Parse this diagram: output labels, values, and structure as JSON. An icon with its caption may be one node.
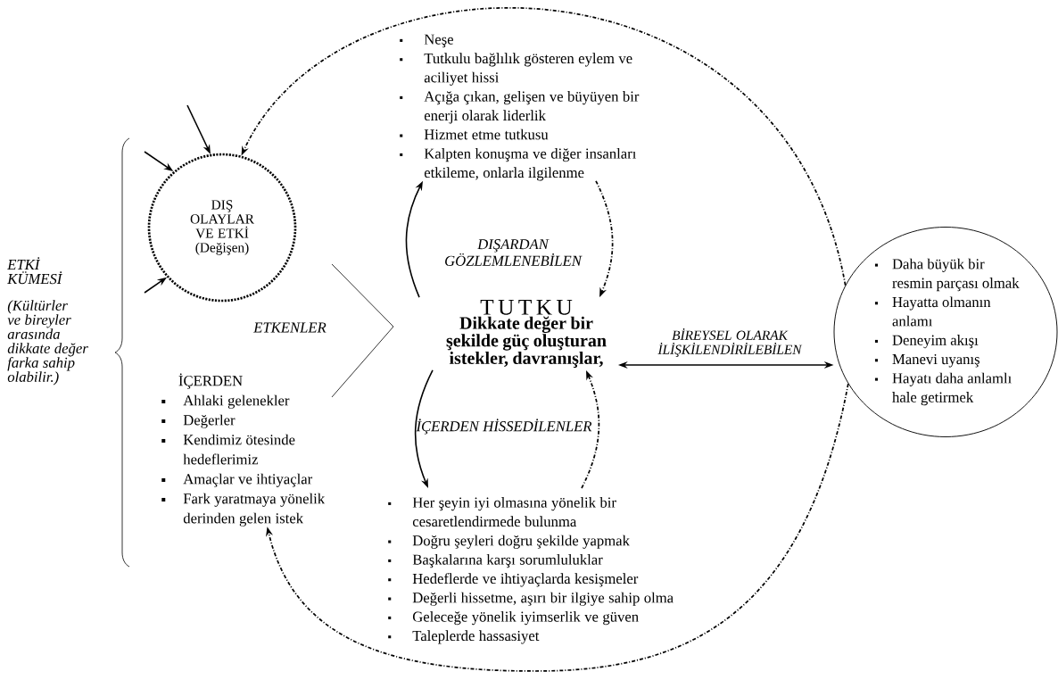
{
  "diagram": {
    "nodes": [
      {
        "text": [
          "DIŞ OLAYLAR VE ETKİ (Değişen)"
        ]
      },
      {
        "text": [
          "Neşe",
          "Tutkulu bağlılık gösteren eylem ve aciliyet hissi",
          "Açığa çıkan, gelişen ve büyüyen bir enerji olarak liderlik",
          "Hizmet etme tutkusu",
          "Kalpten konuşma ve diğer insanları etkileme, onlarla ilgilenme"
        ]
      },
      {
        "text": [
          "T U T K U",
          "Dikkate değer bir şekilde güç oluşturan istekler, davranışlar,"
        ]
      },
      {
        "text": [
          "Her şeyin iyi olmasına yönelik bir cesaretlendirmede bulunma",
          "Doğru şeyleri doğru şekilde yapmak",
          "Başkalarına karşı sorumluluklar",
          "Hedeflerde ve ihtiyaçlarda kesişmeler",
          "Değerli hissetme, aşırı bir ilgiye sahip olma",
          "Geleceğe yönelik iyimserlik ve güven",
          "Taleplerde hassasiyet"
        ]
      },
      {
        "text": [
          "İÇERDEN",
          "Ahlaki gelenekler",
          "Değerler",
          "Kendimiz ötesinde hedeflerimiz",
          "Amaçlar ve ihtiyaçlar",
          "Fark yaratmaya yönelik derinden gelen istek"
        ]
      },
      {
        "text": [
          "Daha büyük bir resmin parçası olmak",
          "Hayatta olmanın anlamı",
          "Deneyim akışı",
          "Manevi uyanış",
          "Hayatı daha anlamlı hale getirmek"
        ]
      }
    ],
    "edges": [
      {
        "from": null,
        "to": 0,
        "arrow": "to"
      },
      {
        "from": null,
        "to": 0,
        "arrow": "to"
      },
      {
        "from": null,
        "to": 0,
        "arrow": "to"
      },
      {
        "from": 5,
        "to": 0,
        "arrow": "to",
        "style": "dashed"
      },
      {
        "from": 2,
        "to": 1,
        "arrow": "to"
      },
      {
        "from": 1,
        "to": 2,
        "arrow": "to",
        "style": "dashed"
      },
      {
        "from": 2,
        "to": 3,
        "arrow": "to"
      },
      {
        "from": 3,
        "to": 2,
        "arrow": "to",
        "style": "dashed"
      },
      {
        "from": 2,
        "to": 5,
        "arrow": "both",
        "label": "BİREYSEL OLARAK İLİŞKİLENDİRİLEBİLEN"
      },
      {
        "from": 5,
        "to": 4,
        "arrow": "to",
        "style": "dashed"
      }
    ],
    "labels": [
      "ETKİ KÜMESİ",
      "(Kültürler ve bireyler arasında dikkate değer farka sahip olabilir.)",
      "ETKENLER",
      "DIŞARDAN GÖZLEMLENEBİLEN",
      "İÇERDEN HİSSEDİLENLER"
    ]
  }
}
